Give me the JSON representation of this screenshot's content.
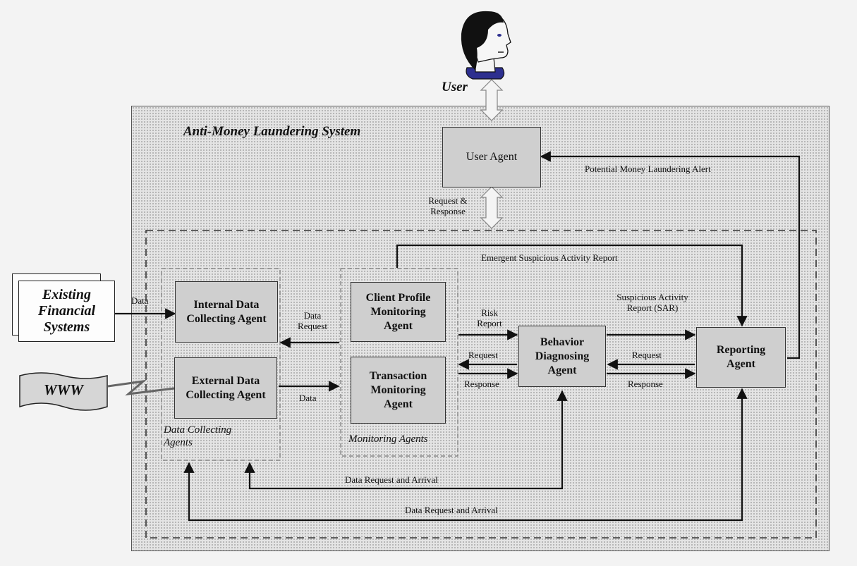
{
  "title": "Anti-Money Laundering System",
  "external": {
    "user": "User",
    "existing_systems": "Existing Financial Systems",
    "www": "WWW"
  },
  "agents": {
    "user_agent": "User Agent",
    "internal_data": "Internal Data Collecting Agent",
    "external_data": "External Data Collecting Agent",
    "client_profile": "Client Profile Monitoring Agent",
    "transaction": "Transaction Monitoring Agent",
    "behavior": "Behavior Diagnosing Agent",
    "reporting": "Reporting Agent"
  },
  "groups": {
    "data_collecting": "Data Collecting Agents",
    "monitoring": "Monitoring Agents"
  },
  "labels": {
    "request_response": "Request & Response",
    "potential_alert": "Potential Money Laundering Alert",
    "emergent_sar": "Emergent Suspicious Activity Report",
    "data_in": "Data",
    "data_request": "Data Request",
    "data_forward": "Data",
    "risk_report": "Risk Report",
    "request_1": "Request",
    "response_1": "Response",
    "sar": "Suspicious Activity Report (SAR)",
    "request_2": "Request",
    "response_2": "Response",
    "data_req_arrival_1": "Data Request and Arrival",
    "data_req_arrival_2": "Data Request and Arrival"
  }
}
